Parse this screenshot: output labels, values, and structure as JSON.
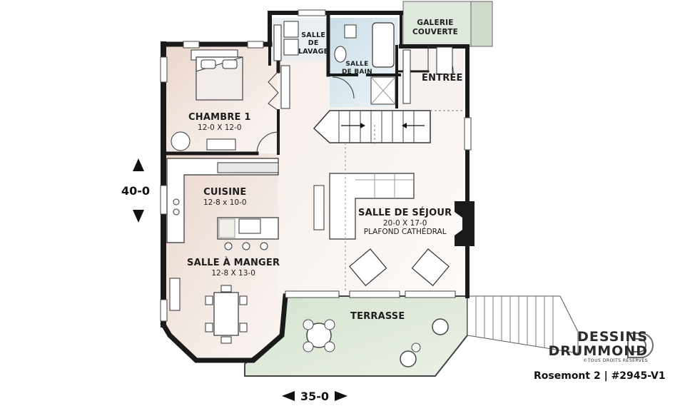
{
  "rooms": {
    "galerie_couverte": "GALERIE\nCOUVERTE",
    "salle_lavage": "SALLE\nDE\nLAVAGE",
    "salle_bain": "SALLE\nDE BAIN",
    "entree": "ENTRÉE",
    "chambre1_name": "CHAMBRE 1",
    "chambre1_dim": "12-0 X 12-0",
    "cuisine_name": "CUISINE",
    "cuisine_dim": "12-8 x 10-0",
    "salle_manger_name": "SALLE À MANGER",
    "salle_manger_dim": "12-8 X 13-0",
    "salle_sejour_name": "SALLE DE SÉJOUR",
    "salle_sejour_dim": "20-0 X 17-0",
    "salle_sejour_note": "PLAFOND CATHÉDRAL",
    "terrasse": "TERRASSE"
  },
  "dimensions": {
    "depth": "40-0",
    "width": "35-0"
  },
  "brand": {
    "line1": "DESSINS",
    "line2": "DRUMMOND",
    "rights": "©TOUS DROITS RÉSERVÉS"
  },
  "caption": "Rosemont 2 | #2945-V1",
  "colors": {
    "wall": "#1a1a1a",
    "room_fill": "#f3e6e0",
    "bath_fill": "#dce9ef",
    "terrace_fill": "#dfe8dc"
  }
}
